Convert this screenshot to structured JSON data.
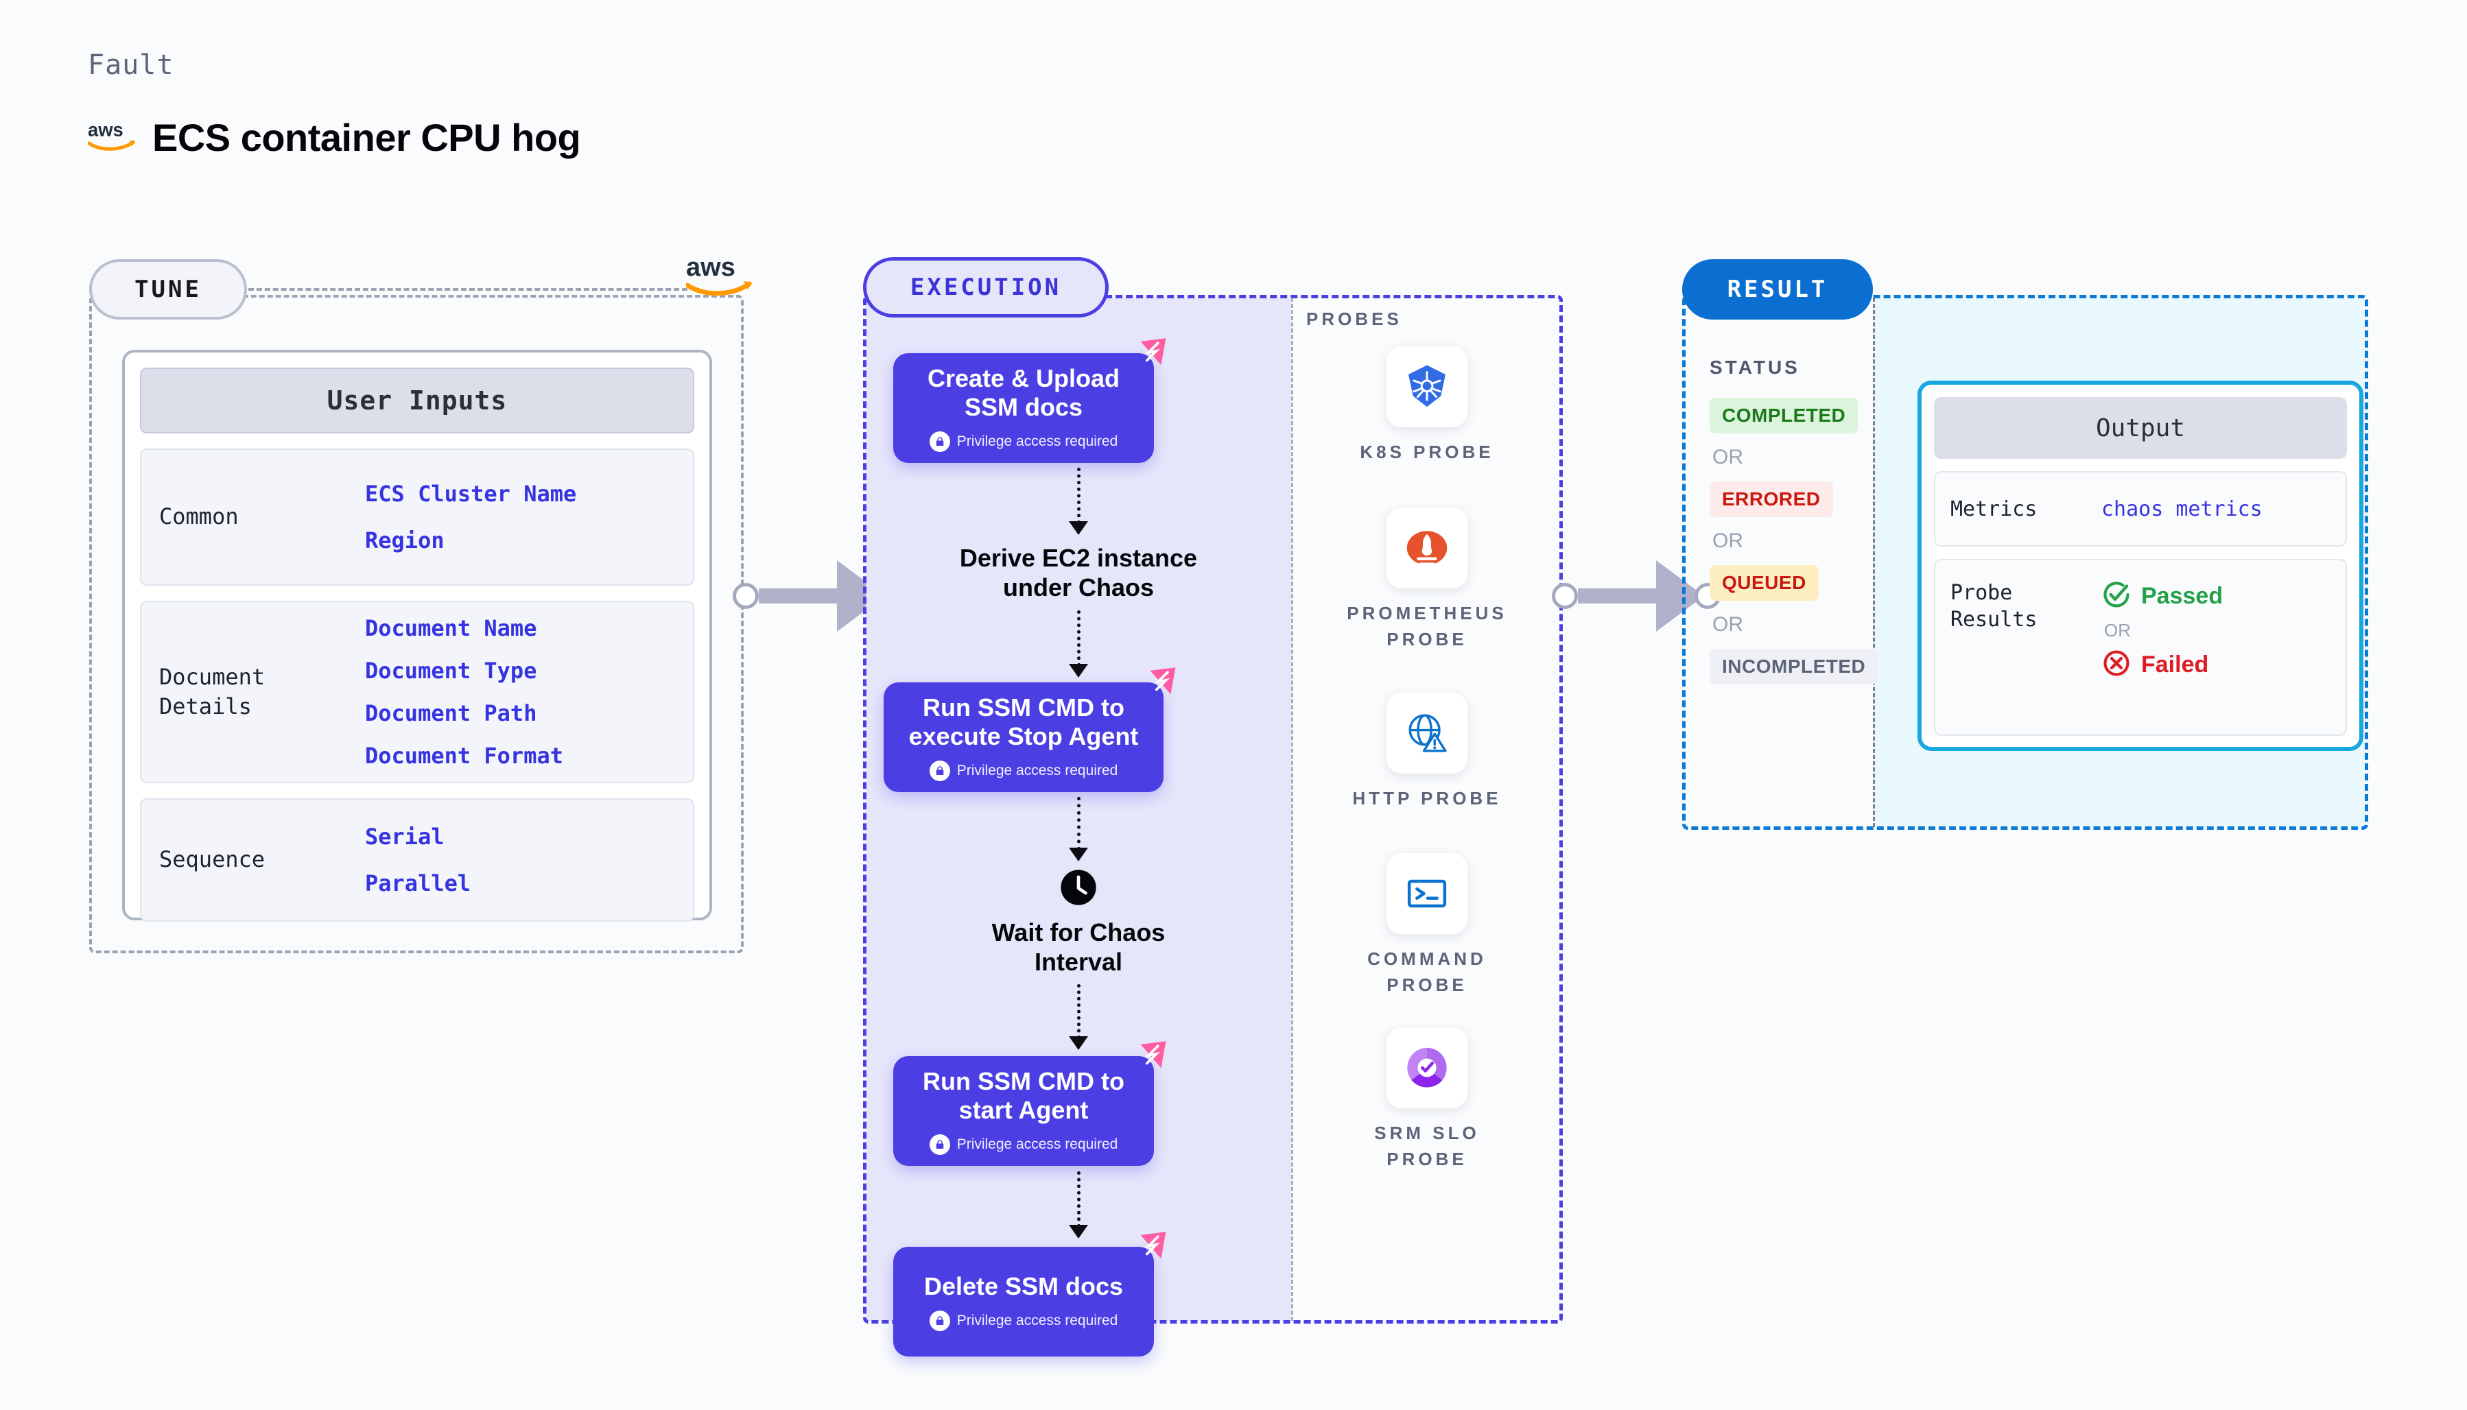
{
  "header": {
    "kicker": "Fault",
    "title": "ECS container CPU hog",
    "brand_icon": "aws-logo"
  },
  "tune": {
    "pill_label": "TUNE",
    "brand_icon": "aws-logo",
    "card_title": "User Inputs",
    "groups": [
      {
        "name": "Common",
        "values": [
          "ECS Cluster Name",
          "Region"
        ]
      },
      {
        "name": "Document\nDetails",
        "values": [
          "Document Name",
          "Document Type",
          "Document Path",
          "Document Format"
        ]
      },
      {
        "name": "Sequence",
        "values": [
          "Serial",
          "Parallel"
        ]
      }
    ]
  },
  "execution": {
    "pill_label": "EXECUTION",
    "privilege_note": "Privilege access required",
    "steps": [
      {
        "type": "card",
        "label": "Create & Upload\nSSM docs",
        "privileged": true,
        "brand_icon": "harness-icon"
      },
      {
        "type": "plain",
        "label": "Derive EC2 instance\nunder Chaos"
      },
      {
        "type": "card",
        "label": "Run SSM CMD to\nexecute Stop Agent",
        "privileged": true,
        "brand_icon": "harness-icon"
      },
      {
        "type": "wait",
        "label": "Wait for Chaos\nInterval",
        "icon": "clock-icon"
      },
      {
        "type": "card",
        "label": "Run SSM CMD to\nstart Agent",
        "privileged": true,
        "brand_icon": "harness-icon"
      },
      {
        "type": "card",
        "label": "Delete SSM docs",
        "privileged": true,
        "brand_icon": "harness-icon"
      }
    ]
  },
  "probes": {
    "title": "PROBES",
    "items": [
      {
        "label": "K8S PROBE",
        "icon": "kubernetes-icon"
      },
      {
        "label": "PROMETHEUS\nPROBE",
        "icon": "prometheus-icon"
      },
      {
        "label": "HTTP PROBE",
        "icon": "http-globe-icon"
      },
      {
        "label": "COMMAND\nPROBE",
        "icon": "terminal-icon"
      },
      {
        "label": "SRM SLO\nPROBE",
        "icon": "srm-slo-icon"
      }
    ]
  },
  "result": {
    "pill_label": "RESULT",
    "status_title": "STATUS",
    "or_label": "OR",
    "statuses": [
      {
        "label": "COMPLETED",
        "bg": "#dcf3dc",
        "fg": "#1b7a1b"
      },
      {
        "label": "ERRORED",
        "bg": "#fdeaea",
        "fg": "#c9180f"
      },
      {
        "label": "QUEUED",
        "bg": "#fdeec2",
        "fg": "#c9180f"
      },
      {
        "label": "INCOMPLETED",
        "bg": "#eef0f5",
        "fg": "#5c6479"
      }
    ],
    "output": {
      "title": "Output",
      "metrics_key": "Metrics",
      "metrics_value": "chaos metrics",
      "probe_results_key": "Probe\nResults",
      "passed_label": "Passed",
      "failed_label": "Failed",
      "or_label": "OR",
      "passed_icon": "check-circle-icon",
      "failed_icon": "x-circle-icon"
    }
  },
  "connectors": {
    "tune_to_execution": "arrow-right",
    "probes_to_result": "arrow-right"
  },
  "colors": {
    "accent_purple": "#4b3fe4",
    "accent_blue": "#0a6fd0",
    "output_blue": "#19a7e0",
    "harness_pink": "#ff5ca2",
    "aws_orange": "#ff9900"
  }
}
